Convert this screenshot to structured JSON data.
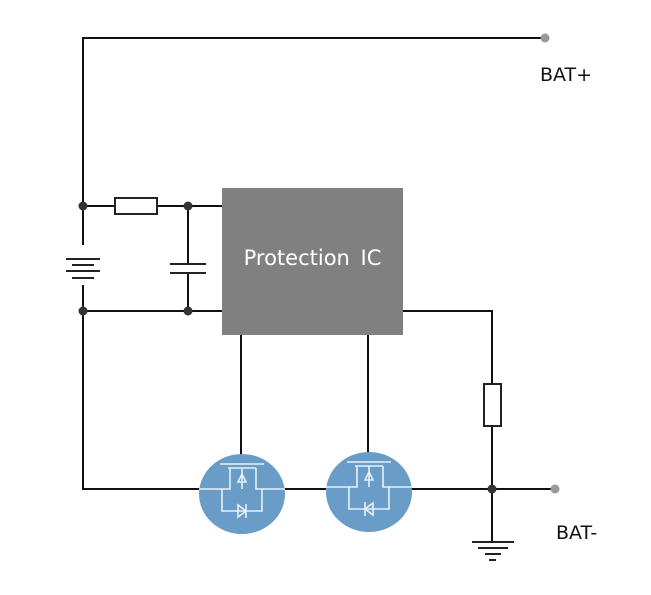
{
  "ic": {
    "label": "Protection  IC",
    "color": "#808080"
  },
  "terminals": {
    "positive": "BAT+",
    "negative": "BAT-"
  },
  "mosfet_color": "#6a9cc8"
}
